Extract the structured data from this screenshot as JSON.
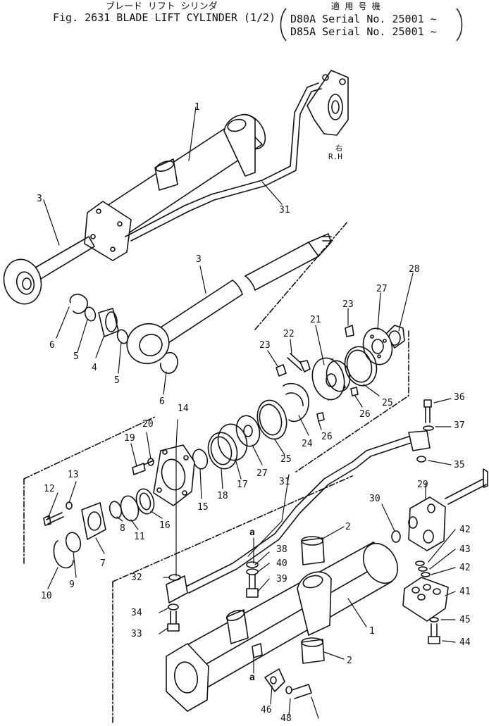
{
  "header": {
    "title_jp": "ブレード リフト シリンダ",
    "title": "Fig. 2631 BLADE LIFT CYLINDER (1/2)",
    "applic_jp": "適 用 号 機",
    "serial_1": "D80A Serial No. 25001 ~",
    "serial_2": "D85A Serial No. 25001 ~"
  },
  "side_label": {
    "jp": "右",
    "en": "R.H"
  },
  "callouts": [
    "1",
    "3",
    "31",
    "3",
    "28",
    "27",
    "23",
    "21",
    "22",
    "23",
    "6",
    "5",
    "4",
    "5",
    "6",
    "25",
    "26",
    "24",
    "26",
    "25",
    "27",
    "17",
    "18",
    "15",
    "14",
    "20",
    "19",
    "16",
    "11",
    "8",
    "13",
    "12",
    "7",
    "9",
    "10",
    "36",
    "37",
    "35",
    "29",
    "30",
    "31",
    "2",
    "42",
    "43",
    "42",
    "41",
    "45",
    "44",
    "a",
    "38",
    "40",
    "39",
    "32",
    "34",
    "33",
    "1",
    "2",
    "a",
    "46",
    "48"
  ]
}
